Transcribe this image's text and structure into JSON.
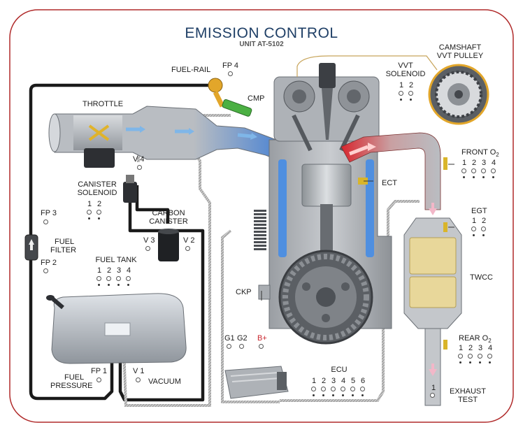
{
  "title": "EMISSION CONTROL",
  "subtitle": "UNIT AT-5102",
  "labels": {
    "fuel_rail": "FUEL-RAIL",
    "fp4": "FP 4",
    "throttle": "THROTTLE",
    "cmp": "CMP",
    "vvt_solenoid_1": "VVT",
    "vvt_solenoid_2": "SOLENOID",
    "camshaft_1": "CAMSHAFT",
    "camshaft_2": "VVT PULLEY",
    "v4": "V 4",
    "canister_solenoid_1": "CANISTER",
    "canister_solenoid_2": "SOLENOID",
    "carbon_canister_1": "CARBON",
    "carbon_canister_2": "CANISTER",
    "fp3": "FP 3",
    "fuel_filter_1": "FUEL",
    "fuel_filter_2": "FILTER",
    "fp2": "FP 2",
    "v3": "V 3",
    "v2": "V 2",
    "fuel_tank": "FUEL TANK",
    "ect": "ECT",
    "front_o2_main": "FRONT O",
    "egt": "EGT",
    "twcc": "TWCC",
    "ckp": "CKP",
    "g1": "G1",
    "g2": "G2",
    "bplus": "B+",
    "ecu": "ECU",
    "rear_o2_main": "REAR O",
    "o2_sub": "2",
    "fp1": "FP 1",
    "fuel_pressure_1": "FUEL",
    "fuel_pressure_2": "PRESSURE",
    "v1": "V 1",
    "vacuum": "VACUUM",
    "exhaust_test_num": "1",
    "exhaust_test_1": "EXHAUST",
    "exhaust_test_2": "TEST"
  },
  "jack_groups": {
    "vvt_solenoid": [
      "1",
      "2"
    ],
    "canister_solenoid": [
      "1",
      "2"
    ],
    "fuel_tank": [
      "1",
      "2",
      "3",
      "4"
    ],
    "front_o2": [
      "1",
      "2",
      "3",
      "4"
    ],
    "egt": [
      "1",
      "2"
    ],
    "rear_o2": [
      "1",
      "2",
      "3",
      "4"
    ],
    "ecu": [
      "1",
      "2",
      "3",
      "4",
      "5",
      "6"
    ]
  },
  "colors": {
    "border": "#b02a2a",
    "title": "#1f3f66",
    "hose": "#1a1a1a",
    "intake_cold": "#2a72d8",
    "exhaust_hot": "#d8262e",
    "coolant": "#4f8fe0",
    "catalyst": "#e8d79a",
    "metal": "#b9bcc0"
  }
}
